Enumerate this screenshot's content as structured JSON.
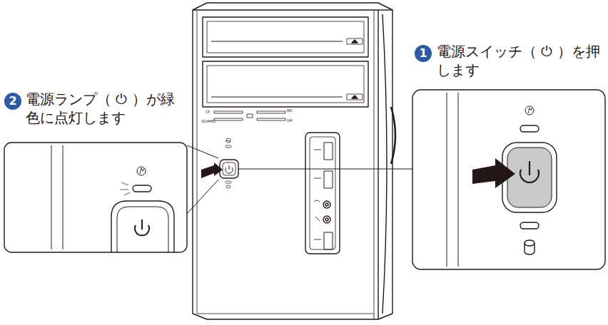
{
  "diagram": {
    "labels": [
      "1",
      "電源スイッチ（ ⏻ ）を押します",
      "2",
      "電源ランプ（ ⏻ ）が緑色に点灯します",
      "CF",
      "SD/MMC",
      "MS",
      "SM"
    ]
  }
}
